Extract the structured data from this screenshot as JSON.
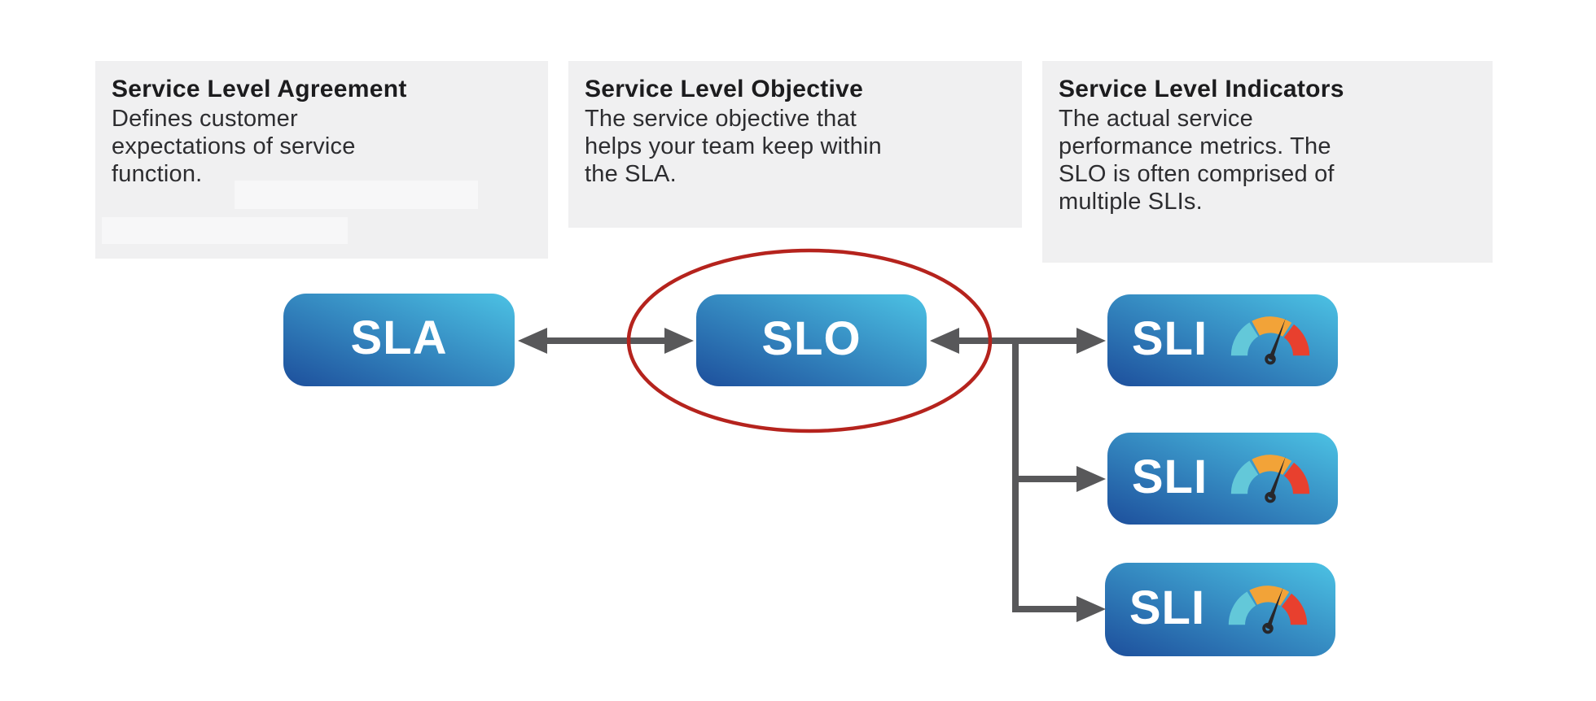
{
  "info_cards": [
    {
      "title": "Service Level Agreement",
      "body_lines": [
        "Defines customer",
        "expectations of service",
        "function."
      ]
    },
    {
      "title": "Service Level Objective",
      "body_lines": [
        "The service objective that",
        "helps your team keep within",
        "the SLA."
      ]
    },
    {
      "title": "Service Level Indicators",
      "body_lines": [
        "The actual service",
        "performance metrics. The",
        "SLO is often comprised of",
        "multiple SLIs."
      ]
    }
  ],
  "nodes": {
    "sla_label": "SLA",
    "slo_label": "SLO",
    "sli_label": "SLI"
  },
  "colors": {
    "card_bg": "#f0f0f1",
    "redaction_bg": "#f7f7f8",
    "title_text": "#1c1c1e",
    "body_text": "#2d2d30",
    "node_grad_start": "#1d4f9c",
    "node_grad_end": "#4cc2e4",
    "node_text": "#ffffff",
    "arrow_gray": "#58585a",
    "annotation_red": "#b5231d",
    "gauge_cyan": "#63c8d9",
    "gauge_orange": "#f2a338",
    "gauge_red": "#e8402e",
    "gauge_needle": "#27272b"
  }
}
